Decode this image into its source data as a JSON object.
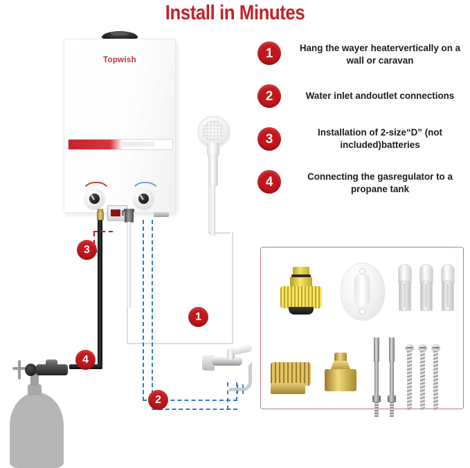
{
  "page": {
    "title": "Install in Minutes",
    "brand": "Topwish",
    "title_color": "#C62026",
    "marker_color": "#C4161C"
  },
  "steps": [
    {
      "number": "1",
      "text": "Hang the wayer heatervertically on a wall or caravan"
    },
    {
      "number": "2",
      "text": "Water inlet andoutlet connections"
    },
    {
      "number": "3",
      "text": "Installation of 2-size“D” (not included)batteries"
    },
    {
      "number": "4",
      "text": "Connecting the gasregulator to a propane tank"
    }
  ],
  "diagram": {
    "markers": [
      {
        "id": "1",
        "label": "1",
        "meaning": "hot-water-outlet-to-shower"
      },
      {
        "id": "2",
        "label": "2",
        "meaning": "cold-water-inlet-to-faucet"
      },
      {
        "id": "3",
        "label": "3",
        "meaning": "battery-compartment"
      },
      {
        "id": "4",
        "label": "4",
        "meaning": "gas-regulator-at-propane-tank"
      }
    ],
    "heater": {
      "brand": "Topwish",
      "knob_left": "temperature-knob",
      "knob_right": "water-flow-knob",
      "display": "lcd-display"
    },
    "parts": {
      "shower_head": "handheld-shower-head",
      "faucet": "wall-mounted-faucet",
      "tank": "propane-tank",
      "regulator": "gas-regulator"
    },
    "line_colors": {
      "water_dashed": "#2f77c4",
      "gas_hose": "#0d0d0d",
      "hot_pipe": "#dcdcdc"
    }
  },
  "accessories": {
    "border_color": "#b07a84",
    "items": [
      {
        "name": "hose-adapter",
        "color": "#f4e25e"
      },
      {
        "name": "shower-holder-bracket",
        "color": "#ffffff"
      },
      {
        "name": "wall-anchors",
        "count": "3",
        "color": "#e0e0e0"
      },
      {
        "name": "brass-fitting-large",
        "color": "#e0c463"
      },
      {
        "name": "brass-fitting-nut",
        "color": "#f0d87e"
      },
      {
        "name": "mounting-rods",
        "count": "2",
        "color": "#b0b0b0"
      },
      {
        "name": "screws",
        "count": "3",
        "color": "#c8c8c8"
      }
    ]
  }
}
